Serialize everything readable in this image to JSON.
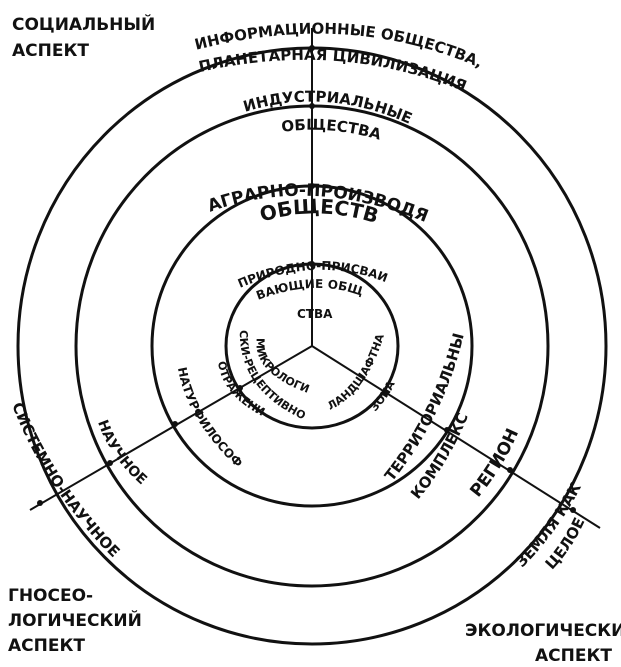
{
  "corners": {
    "social": [
      "СОЦИАЛЬНЫЙ",
      "АСПЕКТ"
    ],
    "gnoseo": [
      "ГНОСЕО-",
      "ЛОГИЧЕСКИЙ",
      "АСПЕКТ"
    ],
    "eco": [
      "ЭКОЛОГИЧЕСКИЙ",
      "АСПЕКТ"
    ]
  },
  "social_rings": {
    "info1": "ИНФОРМАЦИОННЫЕ ОБЩЕСТВА,",
    "info2": "ПЛАНЕТАРНАЯ ЦИВИЛИЗАЦИЯ",
    "ind1": "ИНДУСТРИАЛЬНЫЕ",
    "ind2": "ОБЩЕСТВА",
    "agr1": "АГРАРНО-ПРОИЗВОДЯЩИЕ",
    "agr2": "ОБЩЕСТВА",
    "pri1": "ПРИРОДНО-ПРИСВАИ-",
    "pri2": "ВАЮЩИЕ ОБЩЕ-",
    "pri3": "СТВА"
  },
  "gnoseo_rings": {
    "micro1": "МИКРОЛОГИЧЕ-",
    "micro2": "СКИ-РЕЦЕПТИВНОЕ",
    "micro3": "ОТРАЖЕНИЕ",
    "natur": "НАТУРФИЛОСОФСКОЕ",
    "nauch": "НАУЧНОЕ",
    "sist": "СИСТЕМНО-НАУЧНОЕ"
  },
  "eco_rings": {
    "land1": "ЛАНДШАФТНАЯ",
    "land2": "ЗОНА",
    "terr1": "ТЕРРИТОРИАЛЬНЫЙ",
    "terr2": "КОМПЛЕКС",
    "region": "РЕГИОН",
    "earth1": "ЗЕМЛЯ КАК",
    "earth2": "ЦЕЛОЕ"
  }
}
